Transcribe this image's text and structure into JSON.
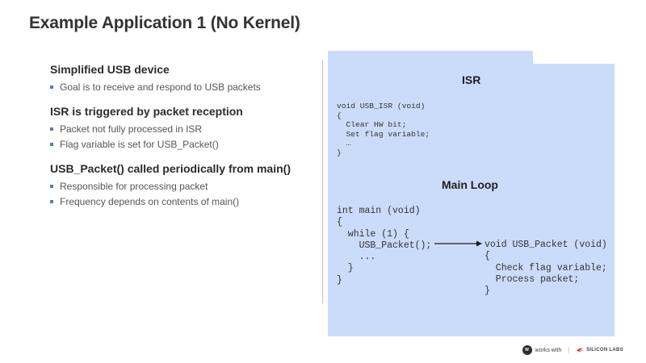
{
  "slide": {
    "title": "Example Application 1 (No Kernel)"
  },
  "sections": [
    {
      "heading": "Simplified USB device",
      "bullets": [
        "Goal is to receive and respond to USB packets"
      ]
    },
    {
      "heading": "ISR is triggered by packet reception",
      "bullets": [
        "Packet not fully processed in ISR",
        "Flag variable is set for USB_Packet()"
      ]
    },
    {
      "heading": "USB_Packet() called periodically from main()",
      "bullets": [
        "Responsible for processing packet",
        "Frequency depends on contents of main()"
      ]
    }
  ],
  "panel": {
    "isr_heading": "ISR",
    "isr_code": "void USB_ISR (void)\n{\n  Clear HW bit;\n  Set flag variable;\n  …\n}",
    "main_heading": "Main Loop",
    "main_code": "int main (void)\n{\n  while (1) {\n    USB_Packet();\n    ...\n  }\n}",
    "packet_code": "void USB_Packet (void)\n{\n  Check flag variable;\n  Process packet;\n}"
  },
  "footer": {
    "works_with_logo": "W",
    "works_with_text": "works with",
    "separator": "|",
    "brand": "SILICON LABS"
  },
  "colors": {
    "panel_bg": "#cbdcfa",
    "bullet_accent": "#4a7bd0",
    "brand_red": "#d91e2a"
  }
}
